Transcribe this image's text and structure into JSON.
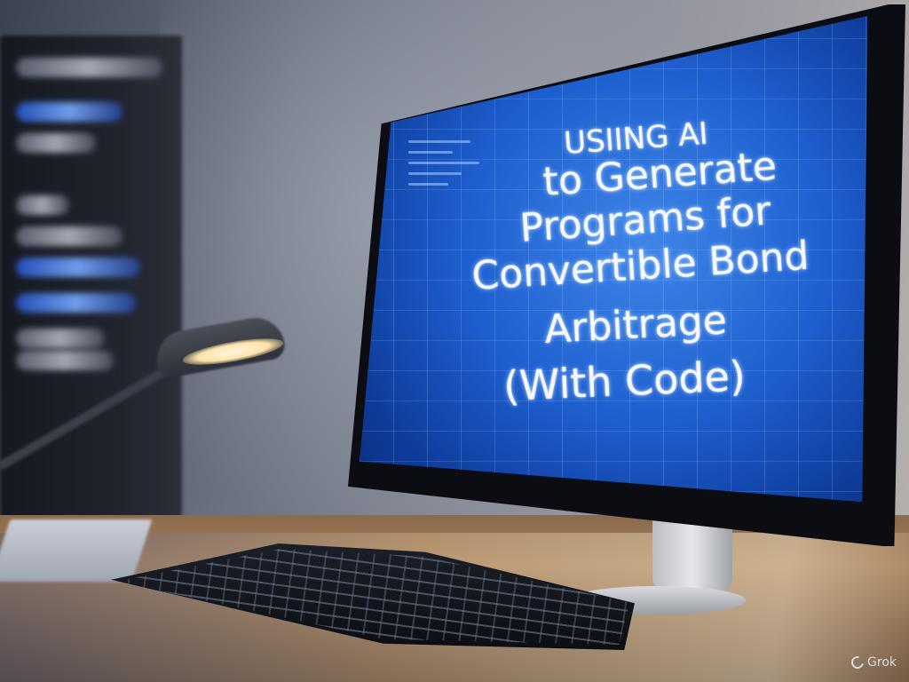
{
  "scene": {
    "screen_text": [
      "USIING AI",
      "to Generate",
      "Programs for",
      "Convertible Bond",
      "Arbitrage",
      "(With Code)"
    ]
  },
  "watermark": {
    "label": "Grok",
    "icon": "grok-logo-icon"
  },
  "colors": {
    "screen_blue": "#1e5fcf",
    "desk_wood": "#a37d58",
    "headline_text": "#f4f7ff"
  }
}
